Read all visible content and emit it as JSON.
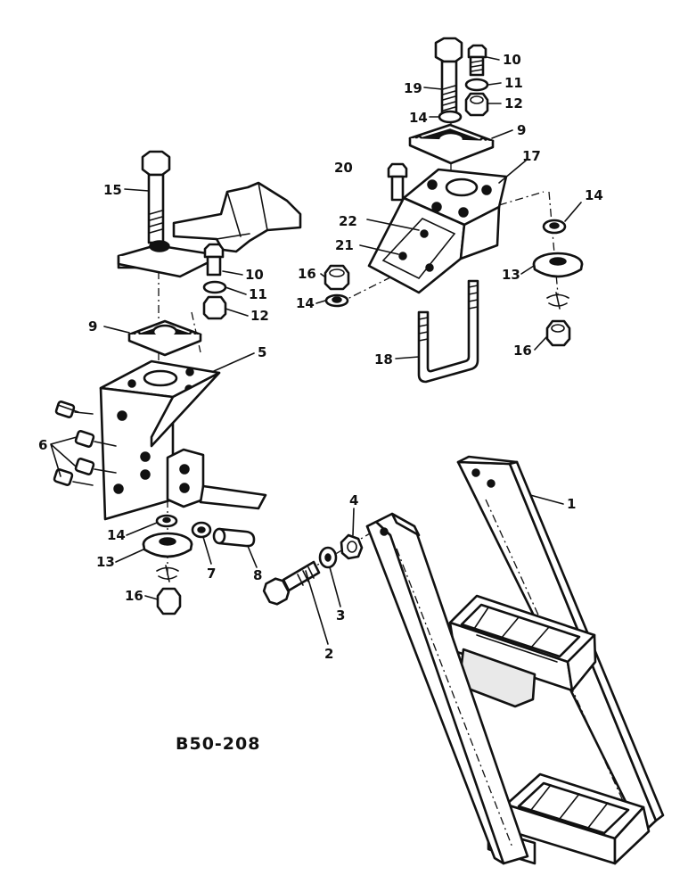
{
  "figure_code": "B50-208",
  "callouts": {
    "c1": "1",
    "c2": "2",
    "c3": "3",
    "c4": "4",
    "c5": "5",
    "c6": "6",
    "c7": "7",
    "c8": "8",
    "c9_left": "9",
    "c9_right": "9",
    "c10_left": "10",
    "c10_right": "10",
    "c11_left": "11",
    "c11_right": "11",
    "c12_left": "12",
    "c12_right": "12",
    "c13_left": "13",
    "c13_right": "13",
    "c14_upper_left": "14",
    "c14_upper_right": "14",
    "c14_mid_right": "14",
    "c14_lower_left": "14",
    "c15": "15",
    "c16_left": "16",
    "c16_right_upper": "16",
    "c16_right_lower": "16",
    "c17": "17",
    "c18": "18",
    "c19": "19",
    "c20": "20",
    "c21": "21",
    "c22": "22"
  }
}
